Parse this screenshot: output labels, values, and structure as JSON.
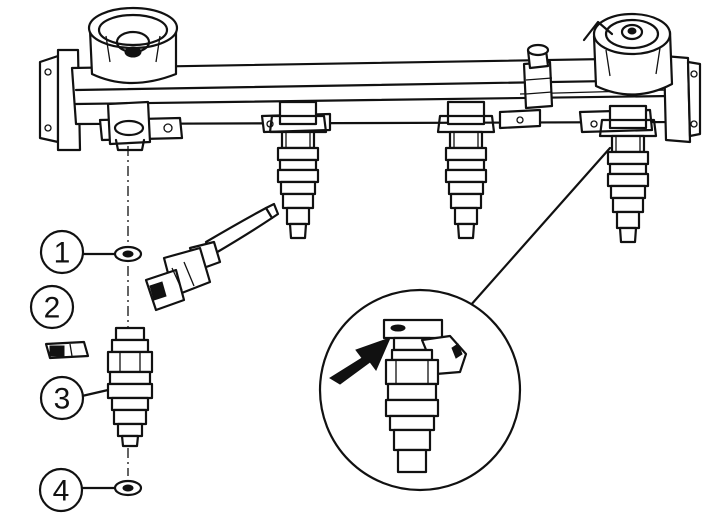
{
  "callouts": [
    {
      "id": 1,
      "label": "1",
      "part": "o-ring-upper"
    },
    {
      "id": 2,
      "label": "2",
      "part": "clip"
    },
    {
      "id": 3,
      "label": "3",
      "part": "injector"
    },
    {
      "id": 4,
      "label": "4",
      "part": "o-ring-lower"
    }
  ],
  "colors": {
    "ink": "#111111",
    "paper": "#ffffff"
  }
}
